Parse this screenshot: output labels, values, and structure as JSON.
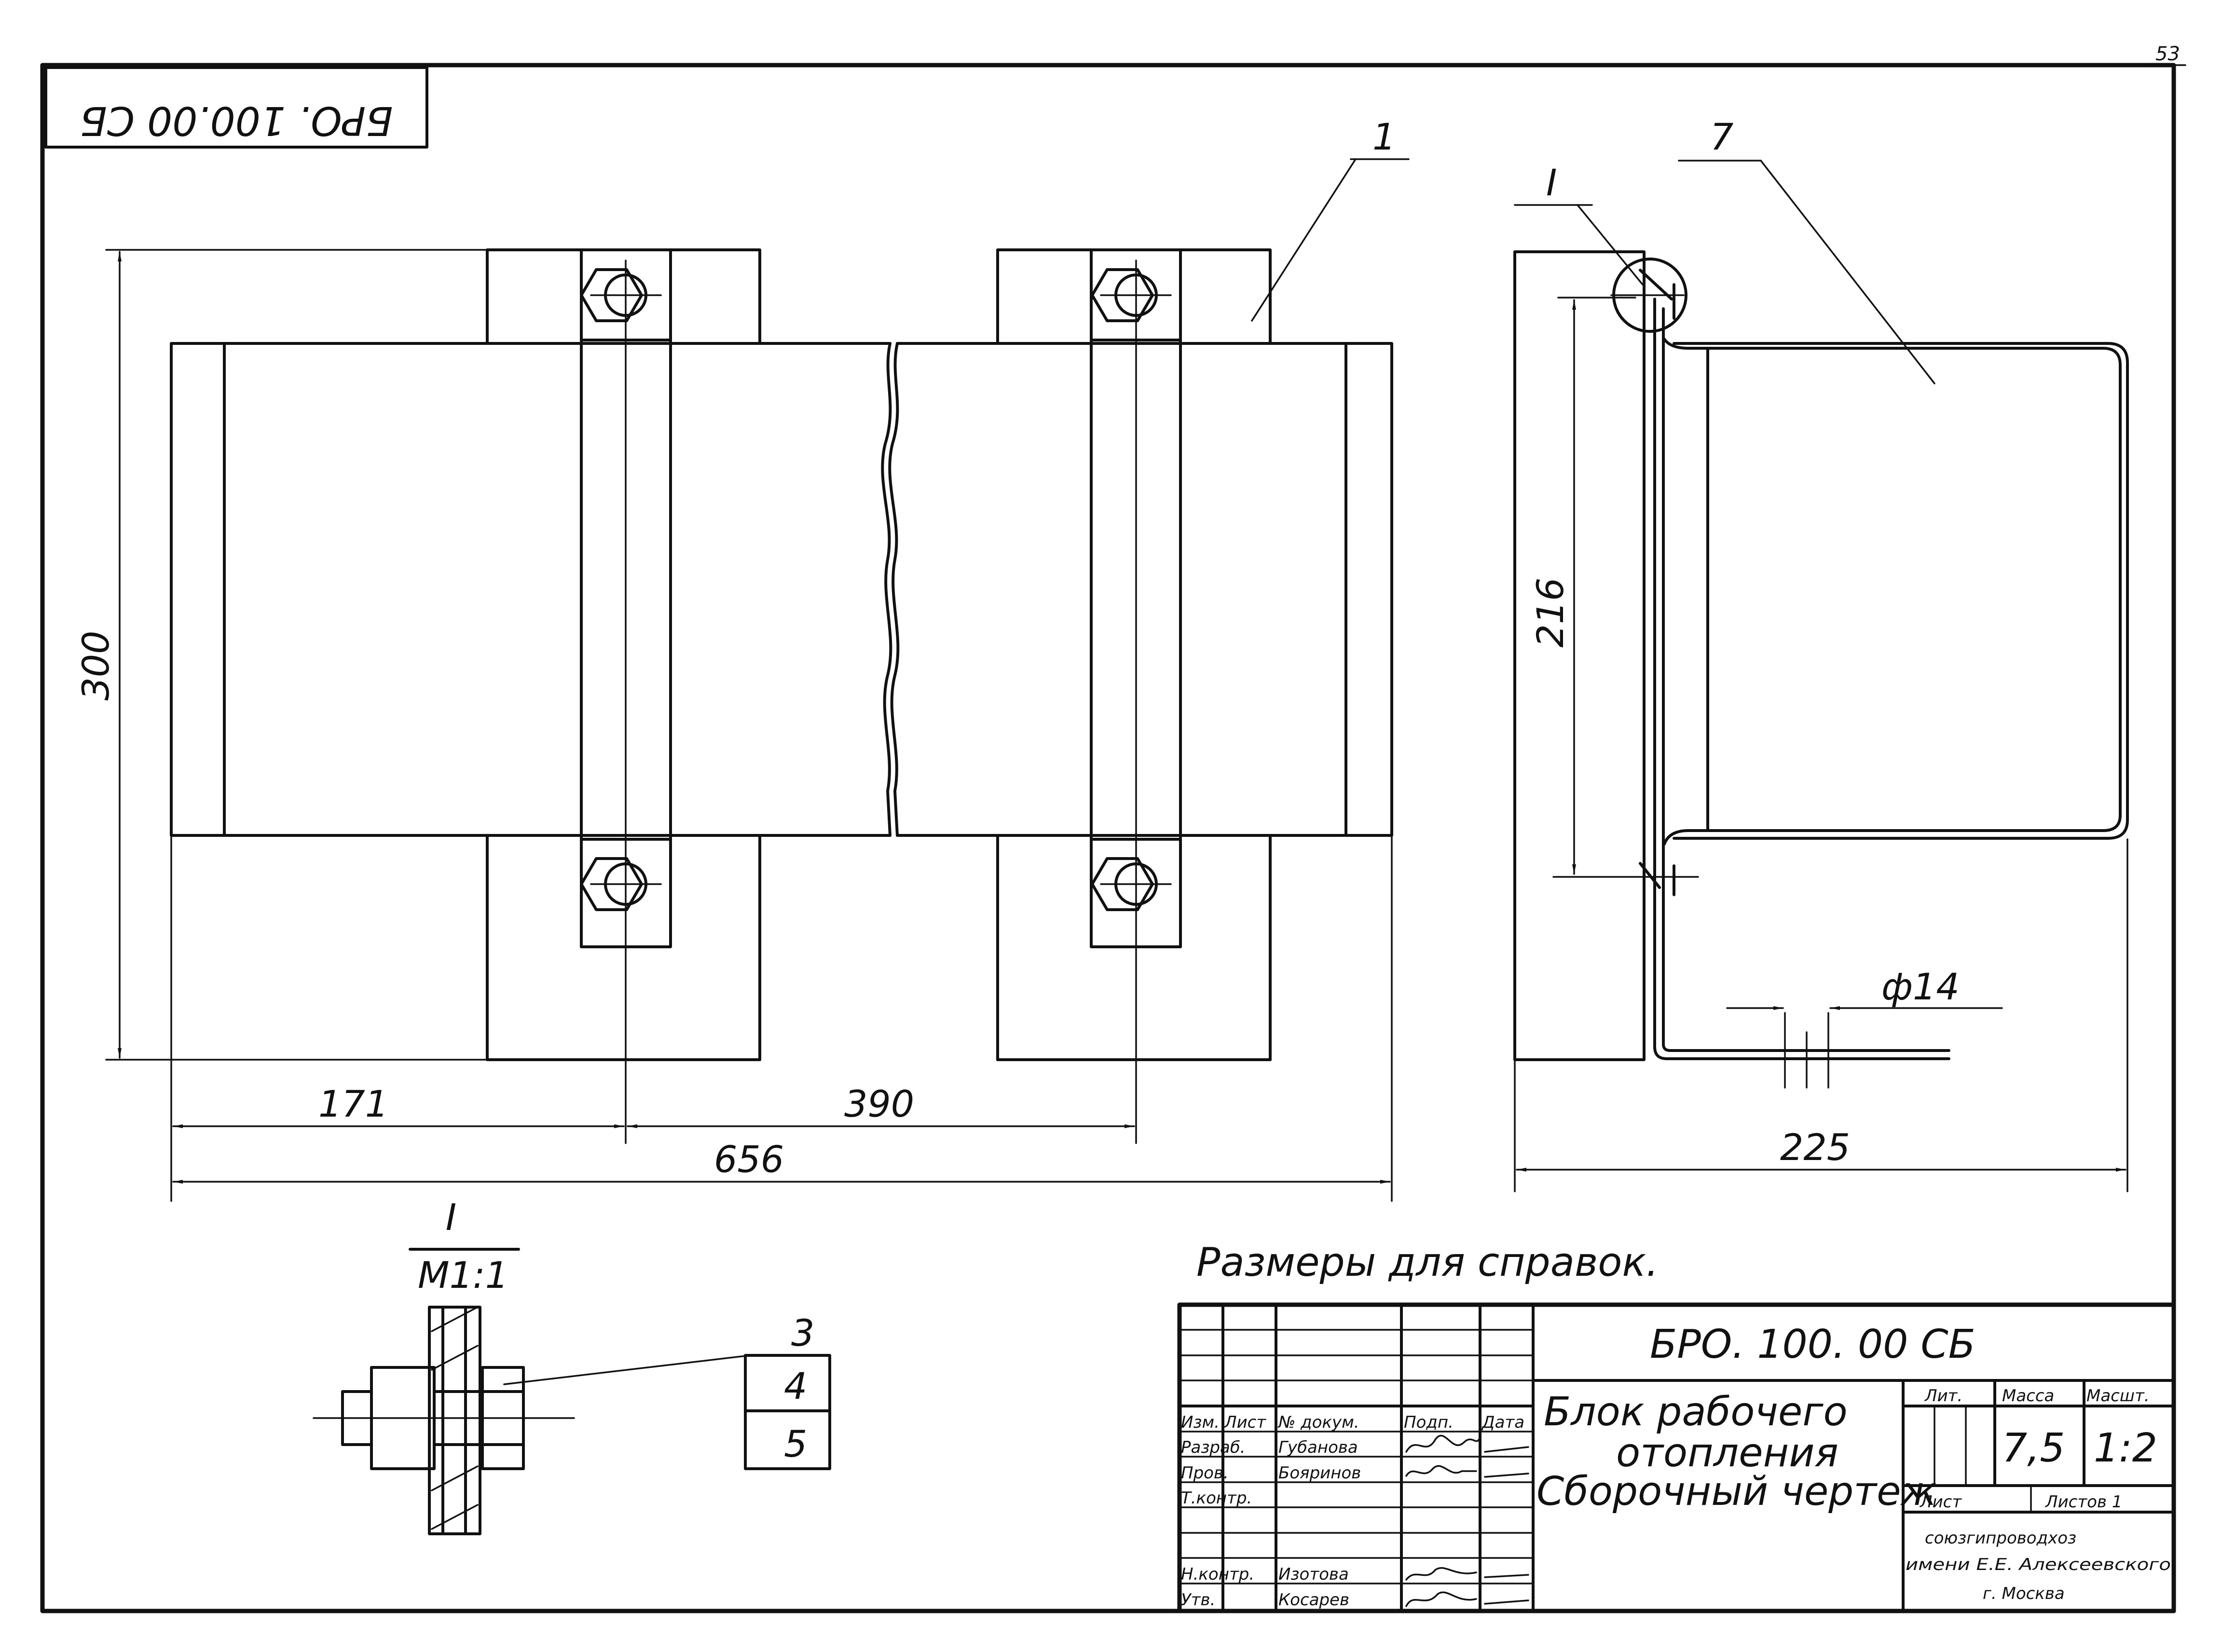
{
  "sheet": {
    "sheet_number": "53",
    "code_rotated": "БРО. 100.00 СБ"
  },
  "front_view": {
    "dim_height": "300",
    "dim_left": "171",
    "dim_spacing": "390",
    "dim_total": "656",
    "leader_label": "1"
  },
  "side_view": {
    "section_mark": "I",
    "leader_label": "7",
    "dim_inner_height": "216",
    "dim_diameter": "ф14",
    "dim_width": "225"
  },
  "detail": {
    "title": "I",
    "scale": "М1:1",
    "parts": [
      "3",
      "4",
      "5"
    ]
  },
  "note": "Размеры для справок.",
  "title_block": {
    "designation": "БРО. 100. 00 СБ",
    "name_line1": "Блок рабочего",
    "name_line2": "отопления",
    "name_line3": "Сборочный чертеж",
    "headers": {
      "izm": "Изм.",
      "list": "Лист",
      "doc": "№ докум.",
      "sign": "Подп.",
      "date": "Дата",
      "lit": "Лит.",
      "mass": "Масса",
      "scale": "Масшт."
    },
    "mass": "7,5",
    "scale": "1:2",
    "sheet": "Лист",
    "sheets": "Листов 1",
    "roles": [
      "Разраб.",
      "Пров.",
      "Т.контр.",
      "Н.контр.",
      "Утв."
    ],
    "names": [
      "Губанова",
      "Бояринов",
      "",
      "Изотова",
      "Косарев"
    ],
    "dates": [
      "",
      "",
      "",
      "",
      ""
    ],
    "org_line1": "союзгипроводхоз",
    "org_line2": "имени Е.Е. Алексеевского",
    "org_line3": "г. Москва"
  }
}
